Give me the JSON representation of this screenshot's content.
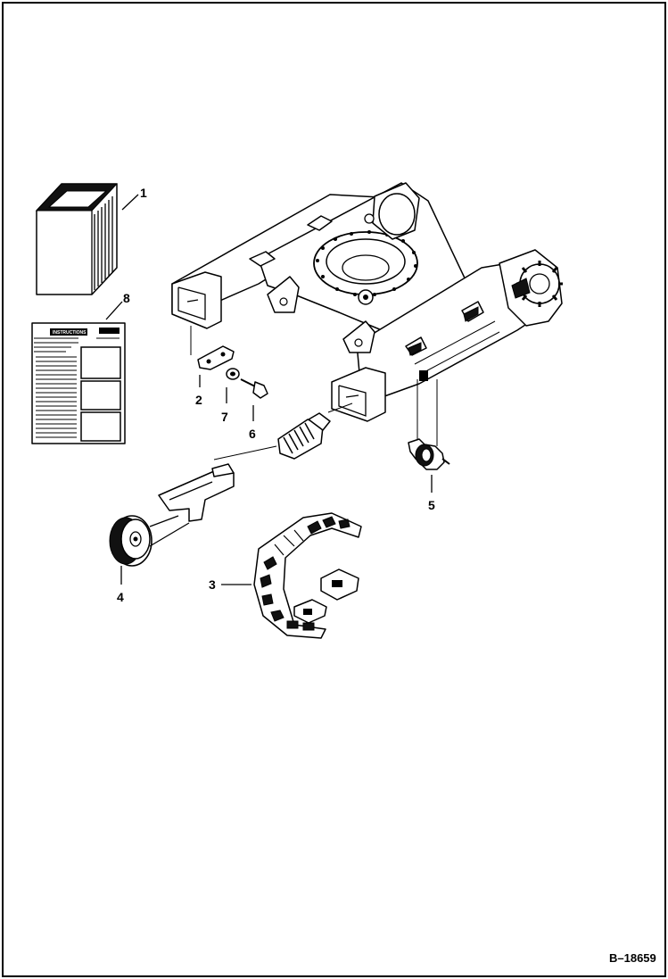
{
  "diagram": {
    "figure_number": "B–18659",
    "callouts": [
      {
        "id": "callout-1",
        "label": "1"
      },
      {
        "id": "callout-2",
        "label": "2"
      },
      {
        "id": "callout-3",
        "label": "3"
      },
      {
        "id": "callout-4",
        "label": "4"
      },
      {
        "id": "callout-5",
        "label": "5"
      },
      {
        "id": "callout-6",
        "label": "6"
      },
      {
        "id": "callout-7",
        "label": "7"
      },
      {
        "id": "callout-8",
        "label": "8"
      }
    ],
    "instruction_sheet": {
      "title": "INSTRUCTIONS"
    }
  }
}
